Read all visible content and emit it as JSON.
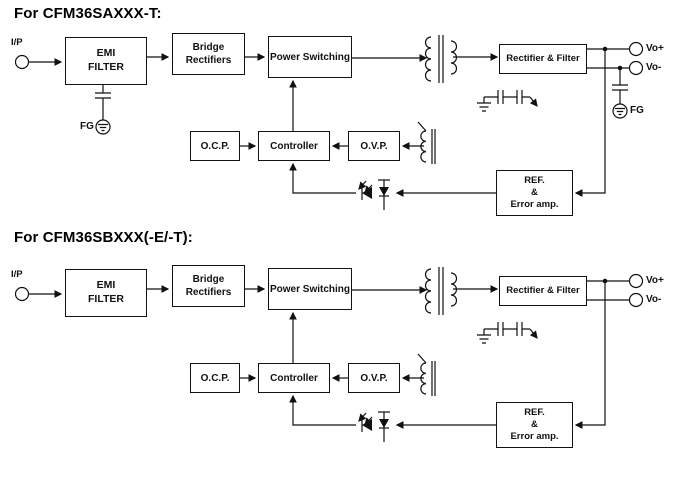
{
  "colors": {
    "line": "#111111",
    "background": "#ffffff"
  },
  "diagrams": [
    {
      "title": "For CFM36SAXXX-T:",
      "blocks": {
        "emi": "EMI\nFILTER",
        "bridge": "Bridge\nRectifiers",
        "power": "Power Switching",
        "rectifier": "Rectifier & Filter",
        "ocp": "O.C.P.",
        "controller": "Controller",
        "ovp": "O.V.P.",
        "ref": "REF.\n&\nError amp."
      },
      "terminals": {
        "input": "I/P",
        "vo_plus": "Vo+",
        "vo_minus": "Vo-",
        "fg_left": "FG",
        "fg_right": "FG"
      }
    },
    {
      "title": "For CFM36SBXXX(-E/-T):",
      "blocks": {
        "emi": "EMI\nFILTER",
        "bridge": "Bridge\nRectifiers",
        "power": "Power Switching",
        "rectifier": "Rectifier & Filter",
        "ocp": "O.C.P.",
        "controller": "Controller",
        "ovp": "O.V.P.",
        "ref": "REF.\n&\nError amp."
      },
      "terminals": {
        "input": "I/P",
        "vo_plus": "Vo+",
        "vo_minus": "Vo-"
      }
    }
  ]
}
